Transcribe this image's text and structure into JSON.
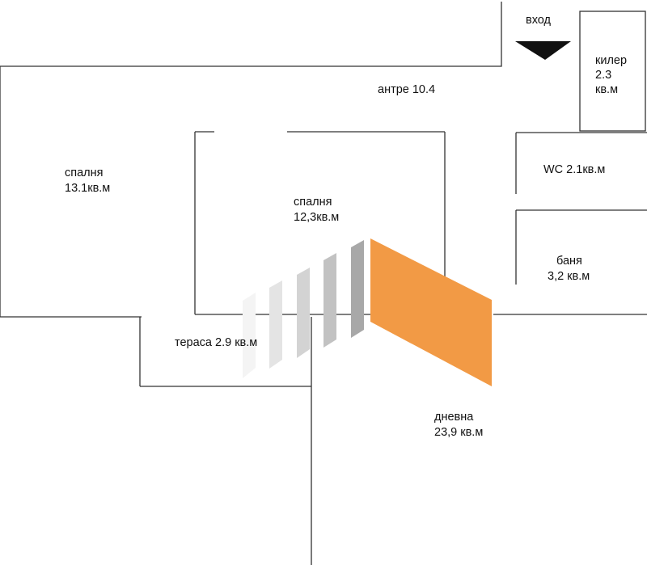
{
  "entrance": {
    "label": "вход",
    "arrow_color": "#111111"
  },
  "rooms": {
    "closet": {
      "name": "килер",
      "area_line1": "2.3",
      "area_line2": "кв.м"
    },
    "hallway": {
      "label": "антре 10.4"
    },
    "wc": {
      "label": "WC 2.1кв.м"
    },
    "bathroom": {
      "name": "баня",
      "area": "3,2 кв.м"
    },
    "bedroom_left": {
      "name": "спалня",
      "area": "13.1кв.м"
    },
    "bedroom_center": {
      "name": "спалня",
      "area": "12,3кв.м"
    },
    "terrace": {
      "label": "тераса 2.9 кв.м"
    },
    "living_room": {
      "name": "дневна",
      "area": "23,9 кв.м"
    }
  },
  "overlay": {
    "accent_color": "#f29a45",
    "stripe_colors": [
      "#f4f4f4",
      "#e4e4e4",
      "#d3d3d3",
      "#c2c2c2",
      "#a8a8a8"
    ]
  }
}
